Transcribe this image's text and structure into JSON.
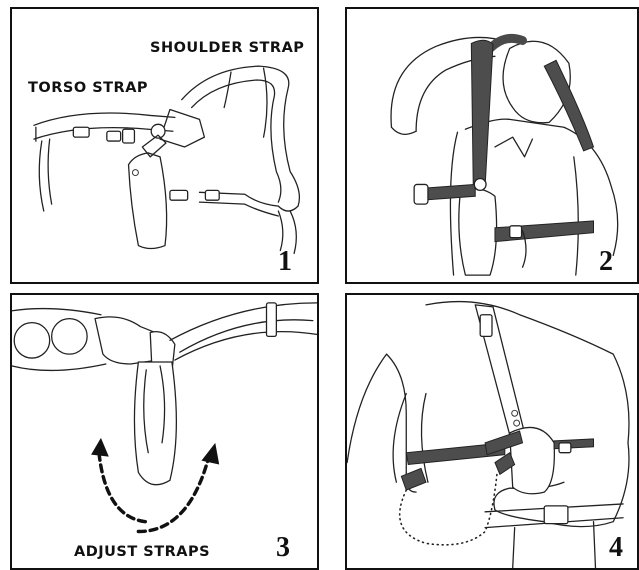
{
  "panels": [
    {
      "number": "1",
      "labels": {
        "shoulder": "SHOULDER STRAP",
        "torso": "TORSO STRAP"
      }
    },
    {
      "number": "2"
    },
    {
      "number": "3",
      "labels": {
        "adjust": "ADJUST STRAPS"
      }
    },
    {
      "number": "4"
    }
  ],
  "colors": {
    "ink": "#111111",
    "strap": "#4a4a4a",
    "background": "#ffffff"
  }
}
